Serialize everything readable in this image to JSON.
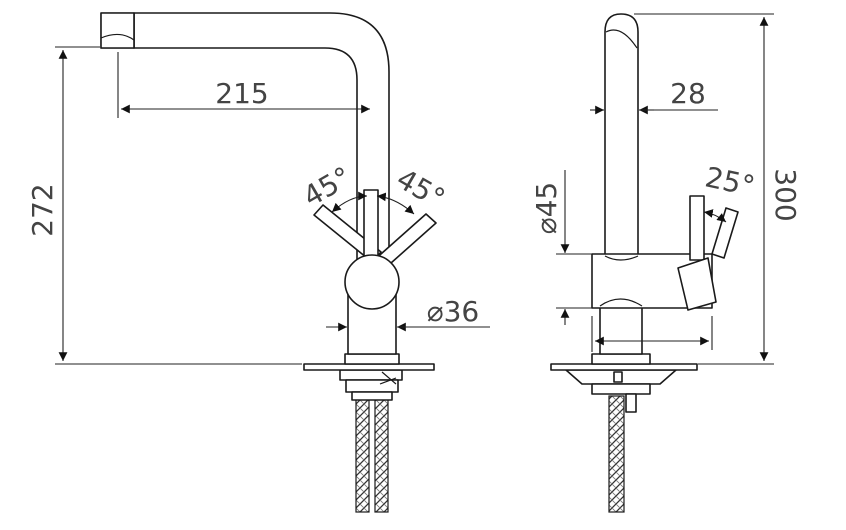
{
  "dimensions": {
    "spout_reach": "215",
    "height": "272",
    "angle_left": "45°",
    "angle_right": "45°",
    "body_diameter": "⌀36",
    "spout_diameter": "28",
    "side_body_diameter": "⌀45",
    "lever_tilt": "25°",
    "total_height": "300"
  }
}
